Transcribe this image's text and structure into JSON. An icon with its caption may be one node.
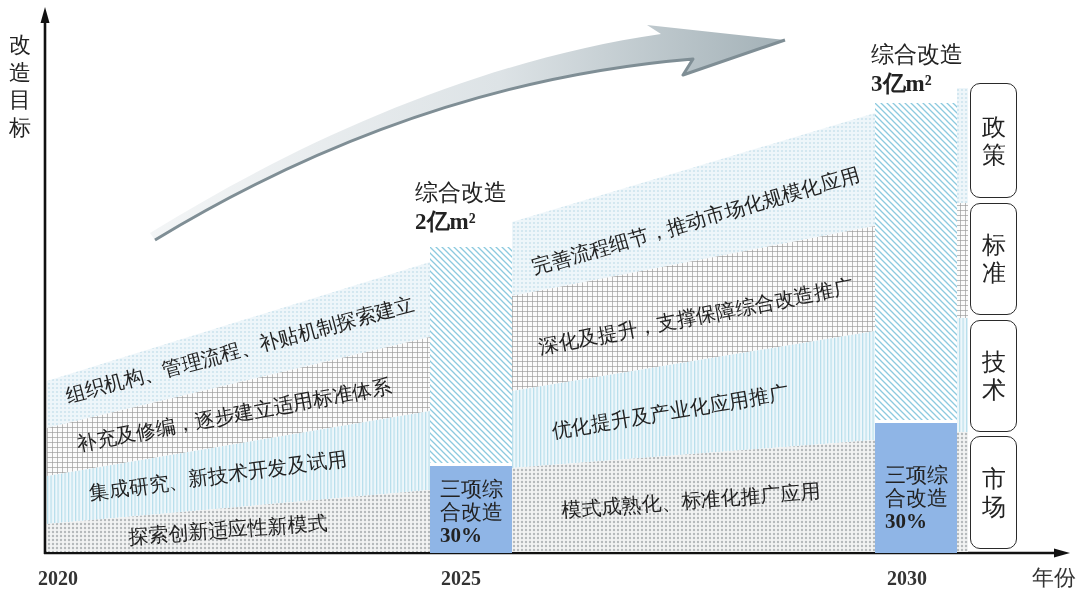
{
  "diagram": {
    "nodes": [
      {
        "text": [
          "组织机构、管理流程、补贴机制探索建立"
        ]
      },
      {
        "text": [
          "补充及修编，逐步建立适用标准体系"
        ]
      },
      {
        "text": [
          "集成研究、新技术开发及试用"
        ]
      },
      {
        "text": [
          "探索创新适应性新模式"
        ]
      },
      {
        "text": [
          "综合改造",
          "2亿m²"
        ]
      },
      {
        "text": [
          "三项综合改造",
          "30%"
        ]
      },
      {
        "text": [
          "完善流程细节，推动市场化规模化应用"
        ]
      },
      {
        "text": [
          "深化及提升，支撑保障综合改造推广"
        ]
      },
      {
        "text": [
          "优化提升及产业化应用推广"
        ]
      },
      {
        "text": [
          "模式成熟化、标准化推广应用"
        ]
      },
      {
        "text": [
          "综合改造",
          "3亿m²"
        ]
      },
      {
        "text": [
          "三项综合改造",
          "30%"
        ]
      },
      {
        "text": [
          "政策"
        ]
      },
      {
        "text": [
          "标准"
        ]
      },
      {
        "text": [
          "技术"
        ]
      },
      {
        "text": [
          "市场"
        ]
      }
    ],
    "labels": [
      "改造目标",
      "2020",
      "2025",
      "2030",
      "年份"
    ]
  }
}
